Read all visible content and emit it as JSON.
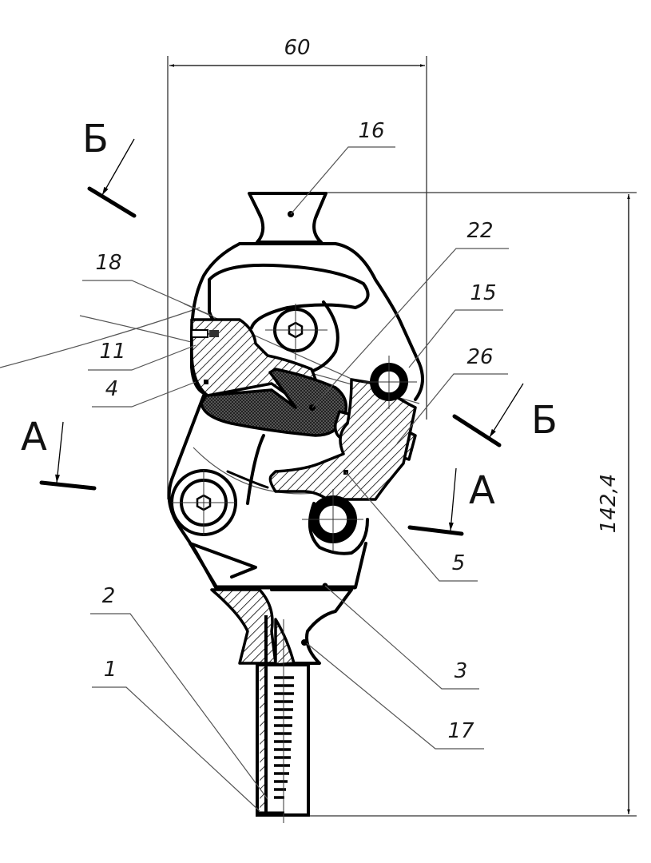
{
  "drawing": {
    "type": "mechanical assembly section drawing",
    "dimensions": {
      "width": "60",
      "height": "142,4"
    },
    "section_markers": [
      {
        "id": "sec-b-left",
        "letter": "Б"
      },
      {
        "id": "sec-a-left",
        "letter": "А"
      },
      {
        "id": "sec-b-right",
        "letter": "Б"
      },
      {
        "id": "sec-a-right",
        "letter": "А"
      }
    ],
    "callouts": [
      {
        "number": "16",
        "side": "top"
      },
      {
        "number": "22",
        "side": "right"
      },
      {
        "number": "18",
        "side": "left"
      },
      {
        "number": "15",
        "side": "right"
      },
      {
        "number": "11",
        "side": "left"
      },
      {
        "number": "26",
        "side": "right"
      },
      {
        "number": "4",
        "side": "left"
      },
      {
        "number": "5",
        "side": "right"
      },
      {
        "number": "2",
        "side": "left"
      },
      {
        "number": "3",
        "side": "right"
      },
      {
        "number": "1",
        "side": "left"
      },
      {
        "number": "17",
        "side": "right"
      }
    ]
  }
}
